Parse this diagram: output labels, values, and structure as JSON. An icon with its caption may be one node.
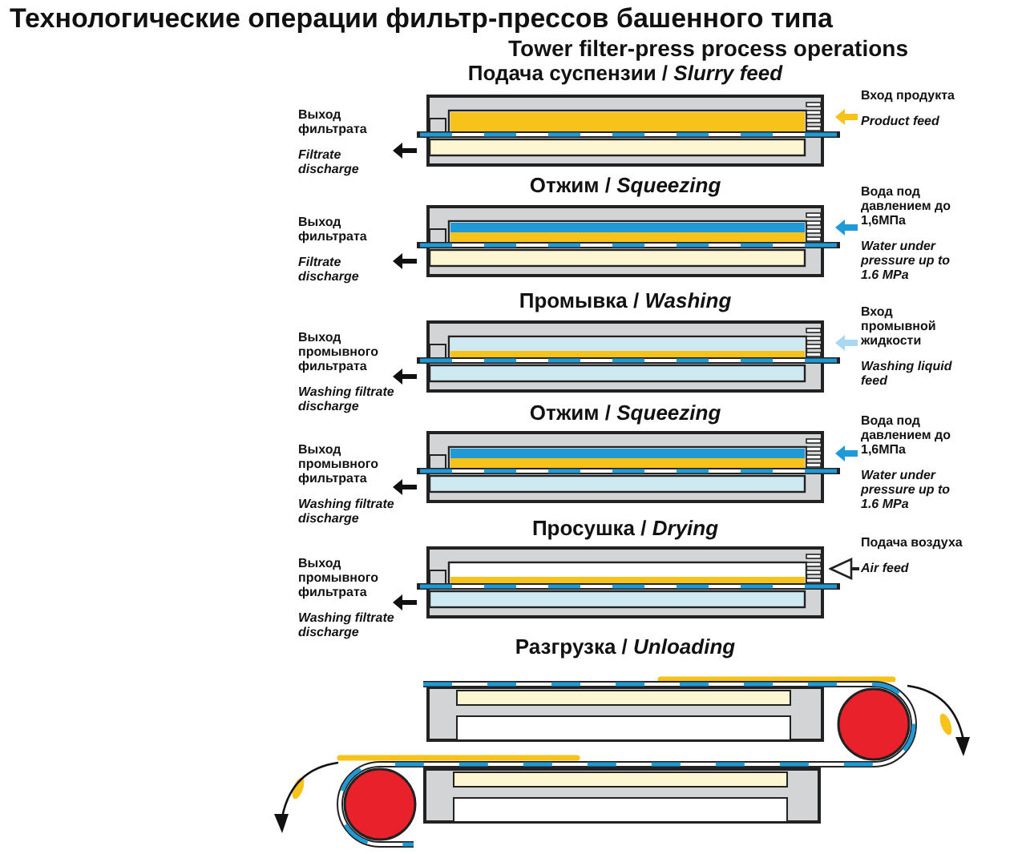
{
  "diagram": {
    "title": "Технологические операции фильтр-прессов башенного типа",
    "labels": [
      "Tower filter-press process operations",
      "Подача суспензии / *Slurry feed*",
      "Выход фильтрата",
      "Filtrate discharge",
      "Вход продукта",
      "Product feed",
      "Отжим / *Squeezing*",
      "Выход фильтрата",
      "Filtrate discharge",
      "Вода под давлением до 1,6МПа",
      "Water under pressure up to 1.6 MPa",
      "Промывка / *Washing*",
      "Выход промывного фильтрата",
      "Washing filtrate discharge",
      "Вход промывной жидкости",
      "Washing liquid feed",
      "Отжим / *Squeezing*",
      "Выход промывного фильтрата",
      "Washing filtrate discharge",
      "Вода под давлением до 1,6МПа",
      "Water under pressure up to 1.6 MPa",
      "Просушка / *Drying*",
      "Выход промывного фильтрата",
      "Washing filtrate discharge",
      "Подача воздуха",
      "Air feed",
      "Разгрузка / *Unloading*"
    ]
  }
}
